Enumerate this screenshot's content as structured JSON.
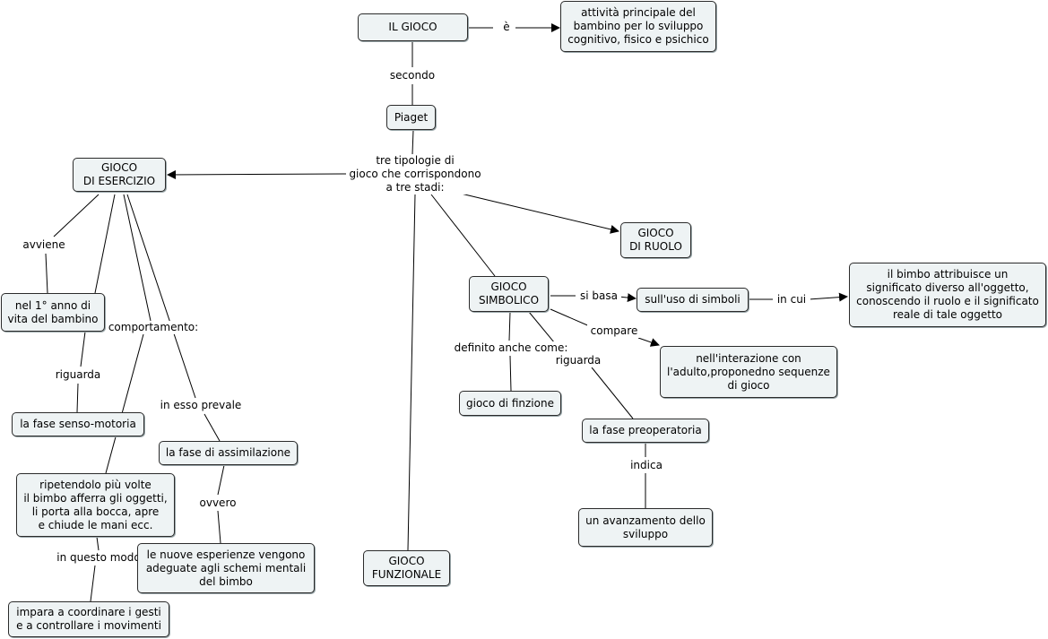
{
  "concepts": {
    "il_gioco": "IL GIOCO",
    "attivita": "attività principale del\nbambino per lo sviluppo\ncognitivo, fisico e psichico",
    "piaget": "Piaget",
    "gioco_esercizio": "GIOCO\nDI ESERCIZIO",
    "gioco_ruolo": "GIOCO\nDI RUOLO",
    "gioco_simbolico": "GIOCO\nSIMBOLICO",
    "uso_simboli": "sull'uso di simboli",
    "bimbo_attribuisce": "il bimbo attribuisce un\nsignificato diverso all'oggetto,\nconoscendo il ruolo e il significato\nreale di tale oggetto",
    "interazione_adulto": "nell'interazione con\nl'adulto,proponedno sequenze\ndi gioco",
    "gioco_finzione": "gioco di finzione",
    "fase_preoperatoria": "la fase preoperatoria",
    "avanzamento": "un avanzamento dello\nsviluppo",
    "gioco_funzionale": "GIOCO\nFUNZIONALE",
    "primo_anno": "nel 1° anno di\nvita del bambino",
    "senso_motoria": "la fase senso-motoria",
    "ripetendolo": "ripetendolo più volte\nil bimbo afferra gli oggetti,\nli porta alla bocca, apre\ne chiude le mani ecc.",
    "assimilazione": "la fase di assimilazione",
    "nuove_esperienze": "le nuove esperienze vengono\nadeguate agli schemi mentali\ndel bimbo",
    "coordinare": "impara a coordinare i gesti\ne a controllare i movimenti"
  },
  "links": {
    "e": "è",
    "secondo": "secondo",
    "tre_tipologie": "tre tipologie di\ngioco che corrispondono\na tre stadi:",
    "si_basa": "si basa",
    "in_cui": "in cui",
    "compare": "compare",
    "definito_anche_come": "definito anche come:",
    "riguarda_simbolico": "riguarda",
    "indica": "indica",
    "avviene": "avviene",
    "riguarda_esercizio": "riguarda",
    "comportamento": "comportamento:",
    "in_esso_prevale": "in esso prevale",
    "ovvero": "ovvero",
    "in_questo_modo": "in questo modo"
  },
  "colors": {
    "node_fill": "#eef3f4",
    "node_border": "#2b2b2b",
    "line": "#000000"
  }
}
